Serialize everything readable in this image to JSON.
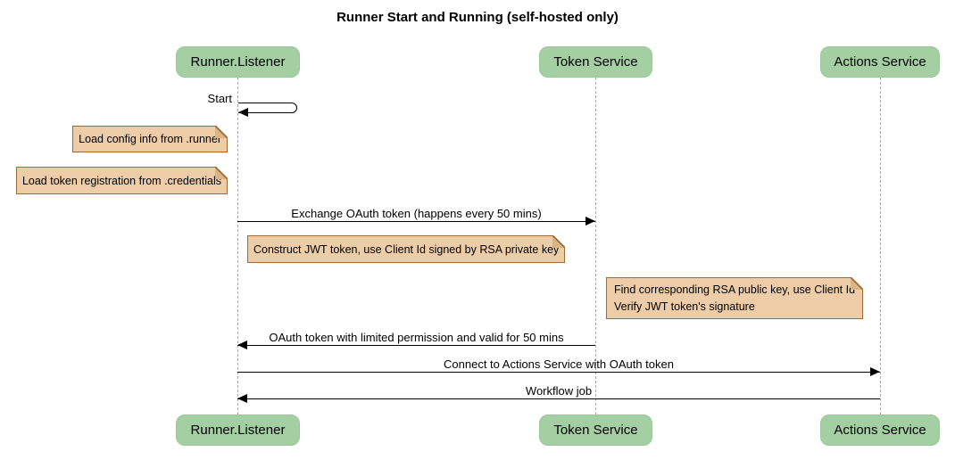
{
  "title": "Runner Start and Running (self-hosted only)",
  "participants": [
    {
      "name": "Runner.Listener"
    },
    {
      "name": "Token Service"
    },
    {
      "name": "Actions Service"
    }
  ],
  "messages": [
    {
      "label": "Start",
      "from": "Runner.Listener",
      "to": "Runner.Listener",
      "type": "self"
    },
    {
      "label": "Exchange OAuth token (happens every 50 mins)",
      "from": "Runner.Listener",
      "to": "Token Service",
      "type": "solid"
    },
    {
      "label": "OAuth token with limited permission and valid for 50 mins",
      "from": "Token Service",
      "to": "Runner.Listener",
      "type": "solid"
    },
    {
      "label": "Connect to Actions Service with OAuth token",
      "from": "Runner.Listener",
      "to": "Actions Service",
      "type": "solid"
    },
    {
      "label": "Workflow job",
      "from": "Actions Service",
      "to": "Runner.Listener",
      "type": "solid"
    }
  ],
  "notes": [
    {
      "text": "Load config info from .runner",
      "anchor": "Runner.Listener"
    },
    {
      "text": "Load token registration from .credentials",
      "anchor": "Runner.Listener"
    },
    {
      "text": "Construct JWT token, use Client Id signed by RSA private key",
      "anchor": "Token Service"
    },
    {
      "text": "Find corresponding RSA public key, use Client Id\nVerify JWT token's signature",
      "anchor": "Actions Service"
    }
  ],
  "colors": {
    "participant_fill": "#A3CFA3",
    "note_fill": "#EDCDA8",
    "note_border": "#9E6B38",
    "lifeline": "#A9A9A9",
    "arrow": "#000000",
    "background": "#FFFFFF"
  }
}
